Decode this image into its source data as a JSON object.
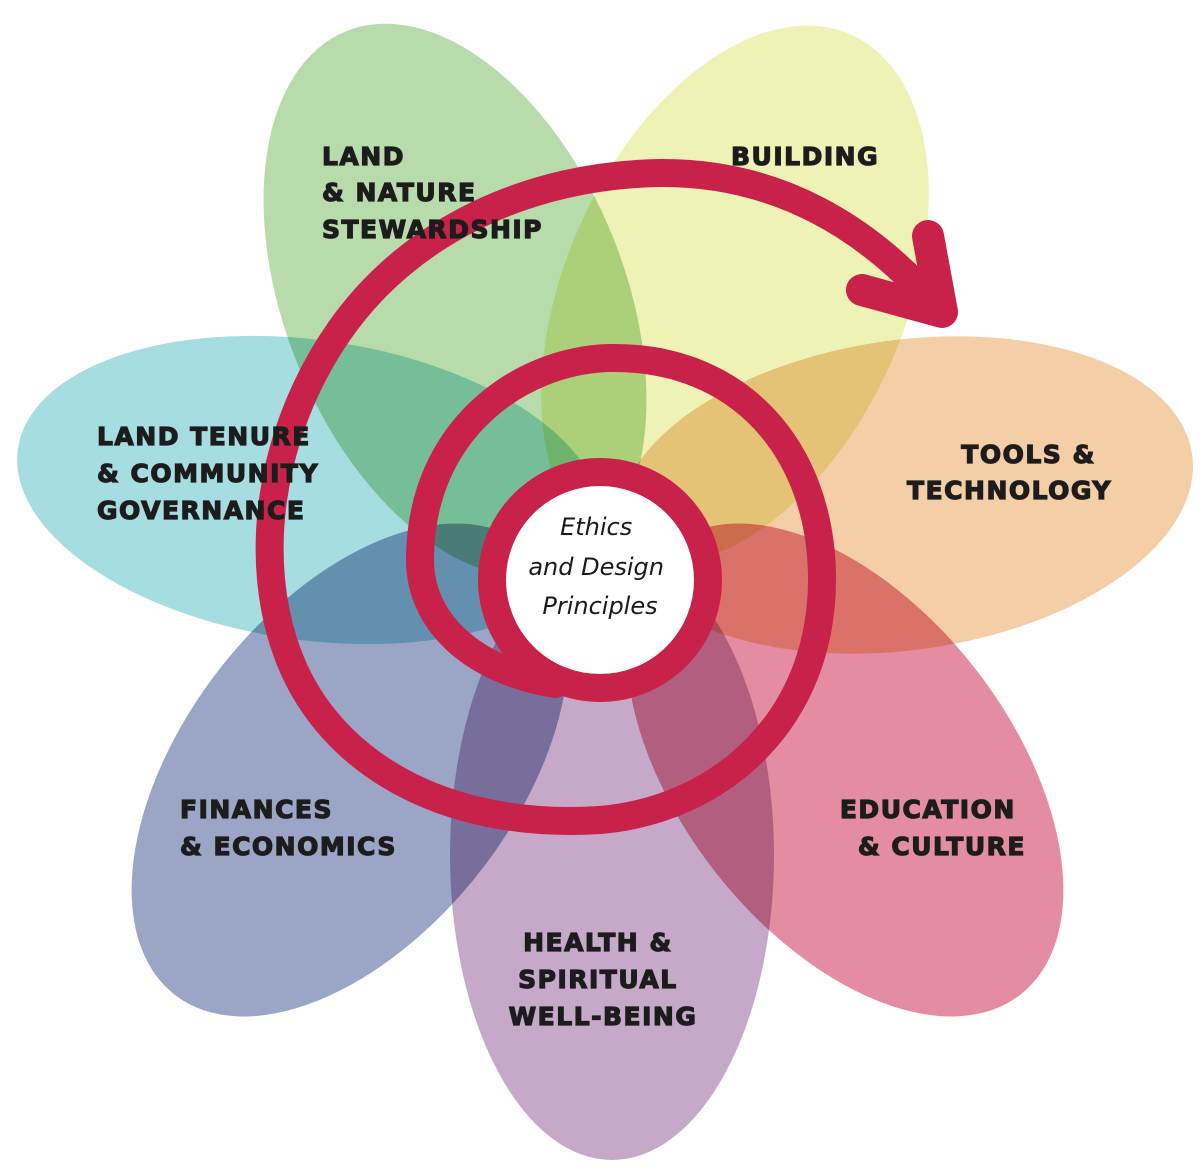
{
  "diagram": {
    "center": {
      "lines": [
        "Ethics",
        "and Design",
        "Principles"
      ]
    },
    "petals": [
      {
        "id": "land-nature",
        "lines": [
          "LAND",
          "& NATURE",
          "STEWARDSHIP"
        ],
        "color": "#b7dbab"
      },
      {
        "id": "building",
        "lines": [
          "BUILDING"
        ],
        "color": "#eff2b5"
      },
      {
        "id": "tools",
        "lines": [
          "TOOLS &",
          "TECHNOLOGY"
        ],
        "color": "#f4cea6"
      },
      {
        "id": "education",
        "lines": [
          "EDUCATION",
          "& CULTURE"
        ],
        "color": "#e48da2"
      },
      {
        "id": "health",
        "lines": [
          "HEALTH &",
          "SPIRITUAL",
          "WELL-BEING"
        ],
        "color": "#c6a9c8"
      },
      {
        "id": "finances",
        "lines": [
          "FINANCES",
          "& ECONOMICS"
        ],
        "color": "#9ba6c6"
      },
      {
        "id": "land-tenure",
        "lines": [
          "LAND TENURE",
          "& COMMUNITY",
          "GOVERNANCE"
        ],
        "color": "#a5dde1"
      }
    ],
    "spiral_color": "#c8214a",
    "spiral_icon": "clockwise-spiral-arrow-icon"
  }
}
